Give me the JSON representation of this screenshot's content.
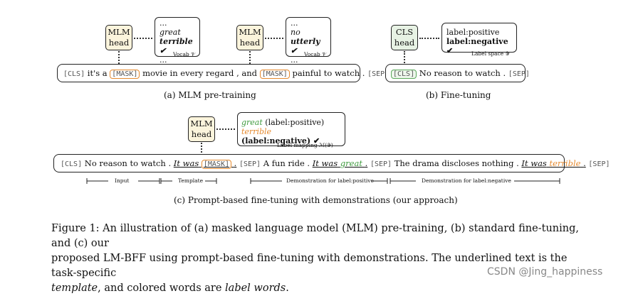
{
  "panel_a": {
    "head_line1": "MLM",
    "head_line2": "head",
    "vocab1": [
      "...",
      "great",
      "terrible ✔",
      "..."
    ],
    "vocab2": [
      "...",
      "no",
      "utterly ✔",
      "..."
    ],
    "vocab_label": "Vocab 𝒱",
    "sentence": {
      "cls": "[CLS]",
      "t1": "it's a",
      "mask": "[MASK]",
      "t2": "movie in every regard , and",
      "t3": "painful to watch .",
      "sep": "[SEP]"
    },
    "caption": "(a) MLM pre-training"
  },
  "panel_b": {
    "head_line1": "CLS",
    "head_line2": "head",
    "labels": [
      "label:positive",
      "label:negative ✔"
    ],
    "label_space": "Label space 𝒴",
    "sentence": {
      "cls": "[CLS]",
      "t1": "No reason to watch .",
      "sep": "[SEP]"
    },
    "caption": "(b) Fine-tuning"
  },
  "panel_c": {
    "head_line1": "MLM",
    "head_line2": "head",
    "mapping": {
      "w1": "great",
      "l1": "(label:positive)",
      "w2": "terrible",
      "l2": "(label:negative) ✔",
      "caption": "Label mapping ℳ(𝒴)"
    },
    "sentence": {
      "cls": "[CLS]",
      "input": "No reason to watch .",
      "tmpl_a": "It was",
      "mask": "[MASK]",
      "dot": ".",
      "sep": "[SEP]",
      "demo1": "A fun ride .",
      "it_was": "It was",
      "w_great": "great",
      "demo2": "The drama discloses nothing .",
      "w_terrible": "terrible"
    },
    "segments": {
      "input": "Input",
      "template": "Template",
      "demo_pos": "Demonstration for label:positive",
      "demo_neg": "Demonstration for label:negative"
    },
    "caption": "(c) Prompt-based fine-tuning with demonstrations (our approach)"
  },
  "figure_caption": {
    "line1": "Figure 1: An illustration of (a) masked language model (MLM) pre-training, (b) standard fine-tuning, and (c) our",
    "line2": "proposed LM-BFF using prompt-based fine-tuning with demonstrations. The underlined text is the task-specific",
    "template_word": "template",
    "mid": ", and colored words are",
    "label_words": "label words",
    "end": "."
  },
  "watermark": "CSDN @Jing_happiness",
  "colors": {
    "head_fill": "#fbf4dc",
    "cls_fill": "#e7f2e4",
    "orange": "#e58a2f",
    "green": "#3f9b3f"
  }
}
